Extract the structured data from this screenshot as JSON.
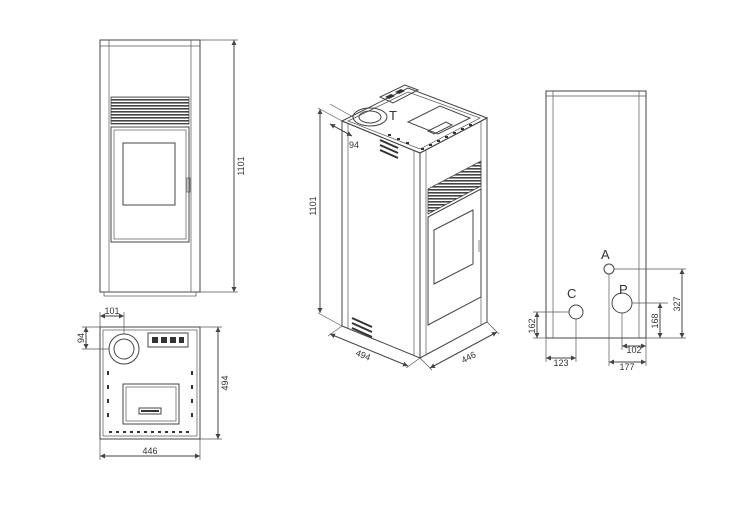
{
  "colors": {
    "line": "#444444",
    "background": "#ffffff",
    "dark": "#333333"
  },
  "front_view": {
    "height": "1101"
  },
  "top_view": {
    "offset_x": "101",
    "offset_y": "94",
    "width": "446",
    "depth": "494"
  },
  "iso_view": {
    "height": "1101",
    "offset": "94",
    "depth": "494",
    "width": "446",
    "label_t": "T"
  },
  "rear_view": {
    "label_a": "A",
    "label_c": "C",
    "label_p": "P",
    "c_height": "162",
    "c_offset": "123",
    "a_height": "327",
    "p_height": "168",
    "p_offset": "102",
    "a_offset": "177"
  }
}
